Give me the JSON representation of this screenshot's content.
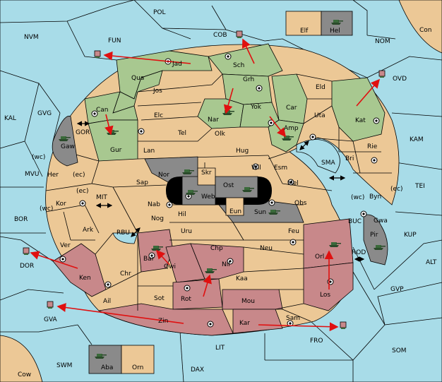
{
  "regions": {
    "POL": "POL",
    "NVM": "NVM",
    "FUN": "FUN",
    "COB": "COB",
    "NOM": "NOM",
    "Con": "Con",
    "Elf": "Elf",
    "Hel": "Hel",
    "OVD": "OVD",
    "KAL": "KAL",
    "GVG": "GVG",
    "KAM": "KAM",
    "TEI": "TEI",
    "SMA": "SMA",
    "MVU": "MVU",
    "BOR": "BOR",
    "MIT": "MIT",
    "RBU": "RBU",
    "BUC": "BUC",
    "KUP": "KUP",
    "ROD": "ROD",
    "ALT": "ALT",
    "GVP": "GVP",
    "DOR": "DOR",
    "GVA": "GVA",
    "FRO": "FRO",
    "SOM": "SOM",
    "LIT": "LIT",
    "SWM": "SWM",
    "DAX": "DAX",
    "Cow": "Cow",
    "Aba": "Aba",
    "Orn": "Orn",
    "Jad": "Jad",
    "Sch": "Sch",
    "Qua": "Qua",
    "Jos": "Jos",
    "Grh": "Grh",
    "Eld": "Eld",
    "Can": "Can",
    "Nar": "Nar",
    "Yok": "Yok",
    "Car": "Car",
    "Uta": "Uta",
    "Kat": "Kat",
    "Elc": "Elc",
    "Tel": "Tel",
    "Olk": "Olk",
    "Amp": "Amp",
    "Gur": "Gur",
    "Gaw": "Gaw",
    "GOR": "GOR",
    "Lan": "Lan",
    "Hug": "Hug",
    "Rie": "Rie",
    "Bri": "Bri",
    "Wil": "Wil",
    "Esm": "Esm",
    "Nor": "Nor",
    "Skr": "Skr",
    "Her": "Her",
    "Sap": "Sap",
    "Ost": "Ost",
    "Mel": "Mel",
    "Web": "Web",
    "Byn": "Byn",
    "Kor": "Kor",
    "Nab": "Nab",
    "Eun": "Eun",
    "Sun": "Sun",
    "Obs": "Obs",
    "Gwa": "Gwa",
    "Hil": "Hil",
    "Nog": "Nog",
    "Ark": "Ark",
    "Pir": "Pir",
    "Uru": "Uru",
    "Feu": "Feu",
    "Ver": "Ver",
    "Chp": "Chp",
    "Neu": "Neu",
    "Orl": "Orl",
    "Bar": "Bar",
    "Qwi": "Qwi",
    "Nil": "Nil",
    "Ken": "Ken",
    "Chr": "Chr",
    "Kaa": "Kaa",
    "Sot": "Sot",
    "Rot": "Rot",
    "Los": "Los",
    "Ail": "Ail",
    "Mou": "Mou",
    "Zin": "Zin",
    "Kar": "Kar",
    "Sam": "Sam"
  },
  "coasts": {
    "wc1": "(wc)",
    "ec1": "(ec)",
    "ec2": "(ec)",
    "wc2": "(wc)",
    "wc3": "(wc)",
    "ec3": "(ec)"
  },
  "colors": {
    "sea": "#a8dce8",
    "land": "#ecc896",
    "green": "#a8c890",
    "rose": "#c8888a",
    "grey": "#8a8a8a",
    "arrow": "#e01010"
  }
}
